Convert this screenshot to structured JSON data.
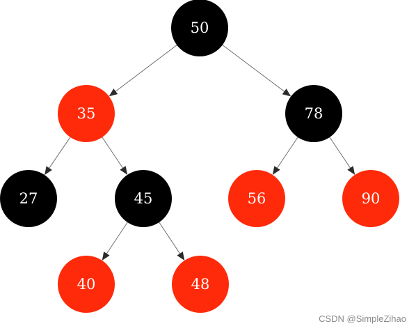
{
  "colors": {
    "red": "#ff2a0a",
    "black": "#000000",
    "edge": "#6f6f6f",
    "label": "#ffffff"
  },
  "nodes": [
    {
      "id": "n50",
      "label": "50",
      "color": "black"
    },
    {
      "id": "n35",
      "label": "35",
      "color": "red"
    },
    {
      "id": "n78",
      "label": "78",
      "color": "black"
    },
    {
      "id": "n27",
      "label": "27",
      "color": "black"
    },
    {
      "id": "n45",
      "label": "45",
      "color": "black"
    },
    {
      "id": "n56",
      "label": "56",
      "color": "red"
    },
    {
      "id": "n90",
      "label": "90",
      "color": "red"
    },
    {
      "id": "n40",
      "label": "40",
      "color": "red"
    },
    {
      "id": "n48",
      "label": "48",
      "color": "red"
    }
  ],
  "edges": [
    {
      "from": "n50",
      "to": "n35"
    },
    {
      "from": "n50",
      "to": "n78"
    },
    {
      "from": "n35",
      "to": "n27"
    },
    {
      "from": "n35",
      "to": "n45"
    },
    {
      "from": "n78",
      "to": "n56"
    },
    {
      "from": "n78",
      "to": "n90"
    },
    {
      "from": "n45",
      "to": "n40"
    },
    {
      "from": "n45",
      "to": "n48"
    }
  ],
  "watermark": "CSDN @SimpleZihao"
}
